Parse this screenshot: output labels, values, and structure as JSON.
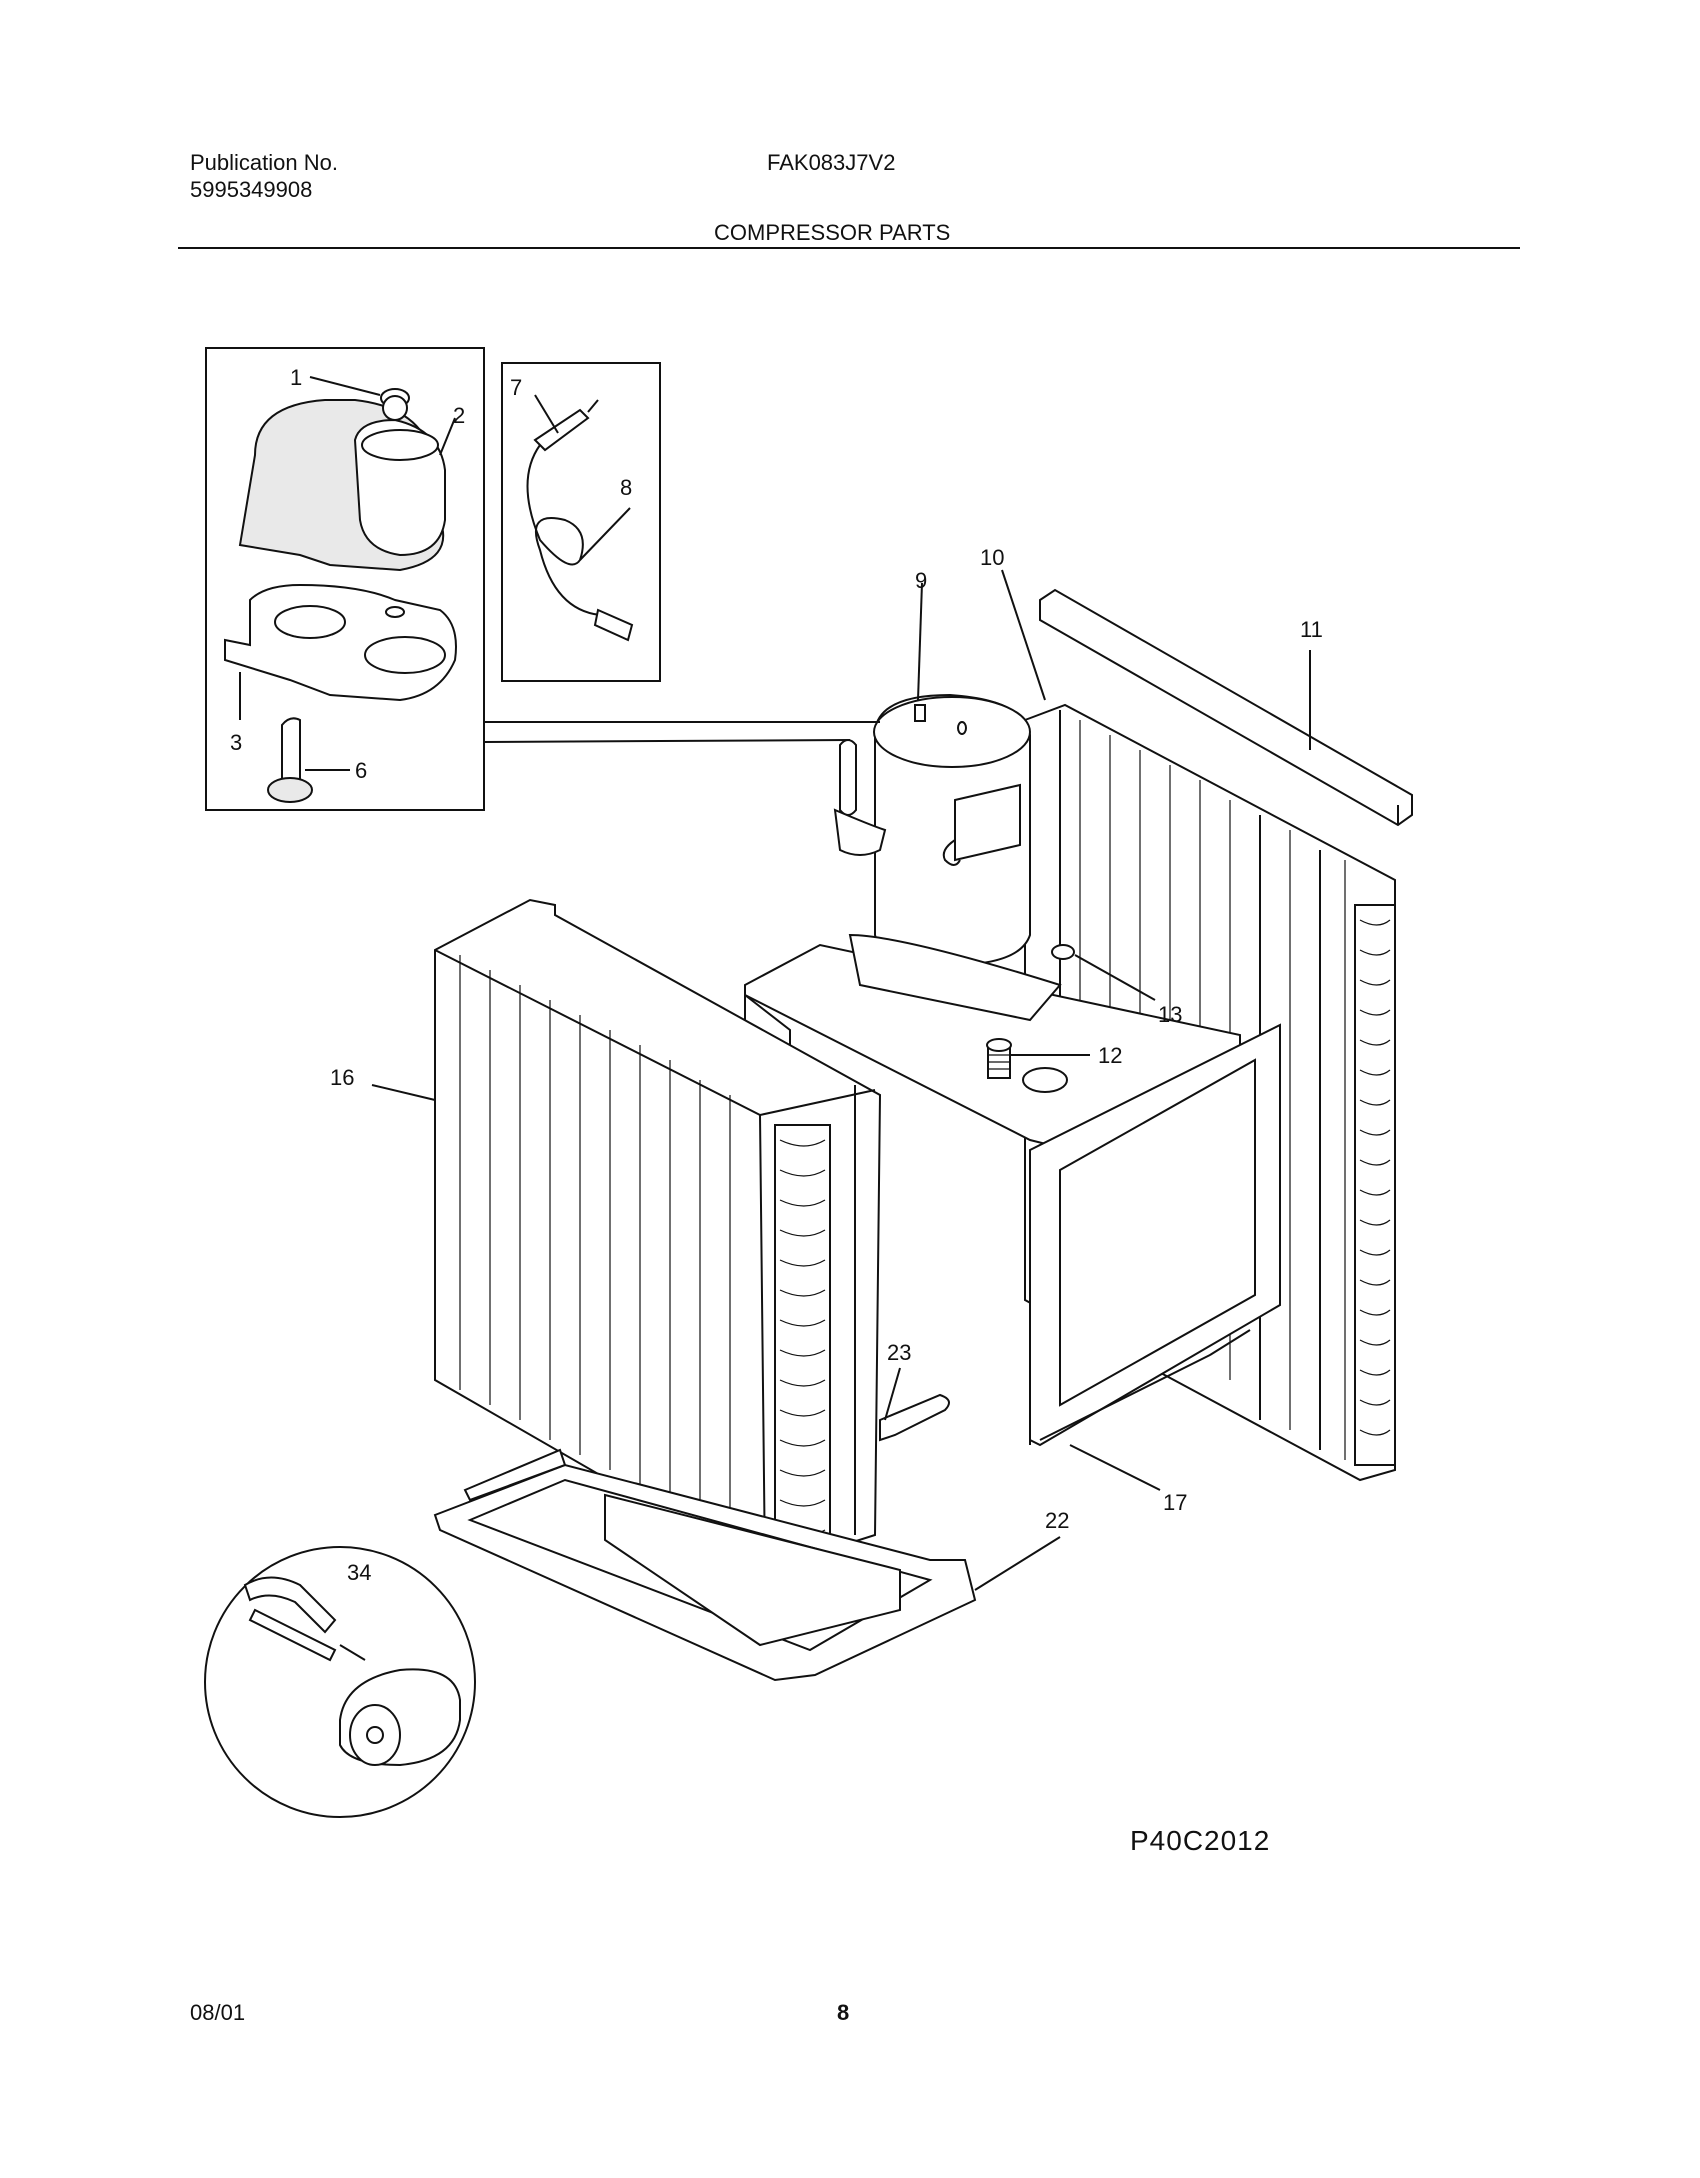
{
  "header": {
    "publication_label": "Publication No.",
    "publication_number": "5995349908",
    "model": "FAK083J7V2",
    "section_title": "COMPRESSOR PARTS"
  },
  "footer": {
    "date": "08/01",
    "page": "8"
  },
  "diagram": {
    "code": "P40C2012",
    "callouts": [
      "1",
      "2",
      "3",
      "6",
      "7",
      "8",
      "9",
      "10",
      "11",
      "12",
      "13",
      "16",
      "17",
      "22",
      "23",
      "34"
    ]
  }
}
